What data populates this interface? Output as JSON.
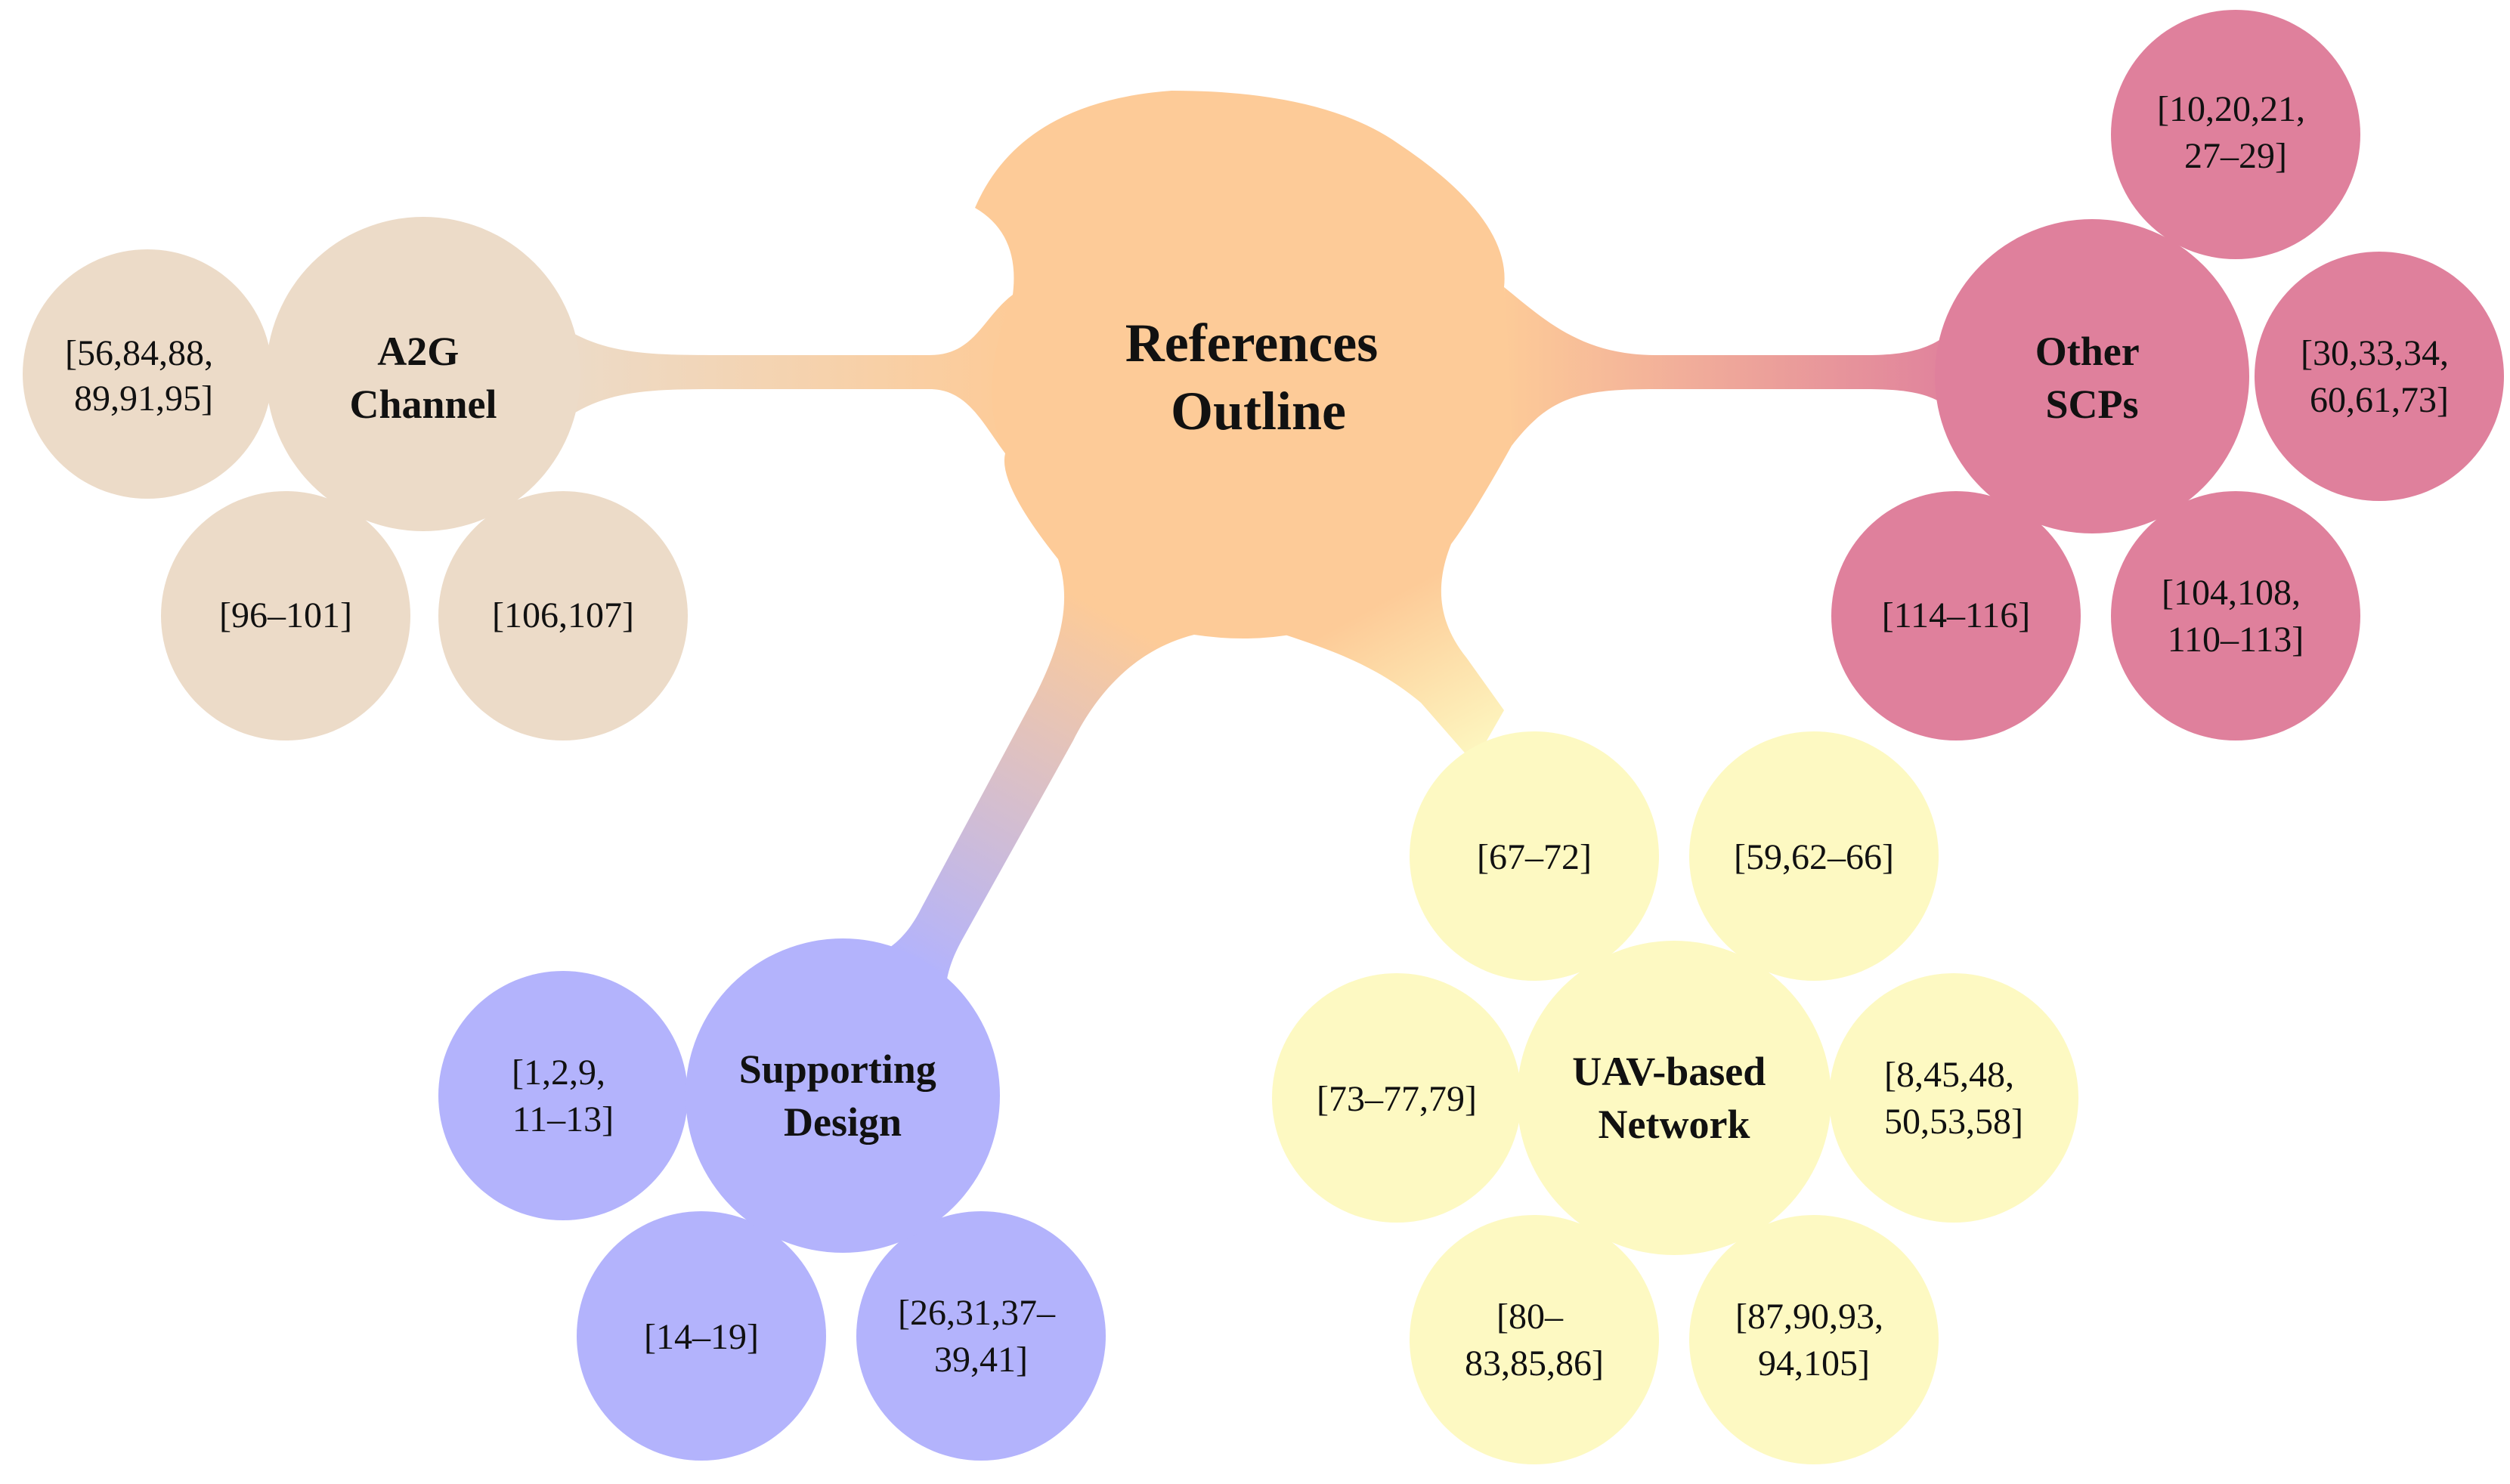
{
  "colors": {
    "center": "#fdcb98",
    "a2g": "#ecdbc8",
    "scp": "#df809c",
    "support": "#b3b3fc",
    "uav": "#fdf9c2"
  },
  "center": {
    "lines": [
      "References",
      "Outline"
    ]
  },
  "branches": [
    {
      "key": "a2g",
      "hub": [
        "A2G",
        "Channel"
      ],
      "leaves": [
        [
          "[56,84,88,",
          "89,91,95]"
        ],
        [
          "[96–101]"
        ],
        [
          "[106,107]"
        ]
      ]
    },
    {
      "key": "scp",
      "hub": [
        "Other",
        "SCPs"
      ],
      "leaves": [
        [
          "[10,20,21,",
          "27–29]"
        ],
        [
          "[30,33,34,",
          "60,61,73]"
        ],
        [
          "[104,108,",
          "110–113]"
        ],
        [
          "[114–116]"
        ]
      ]
    },
    {
      "key": "support",
      "hub": [
        "Supporting",
        "Design"
      ],
      "leaves": [
        [
          "[1,2,9,",
          "11–13]"
        ],
        [
          "[14–19]"
        ],
        [
          "[26,31,37–",
          "39,41]"
        ]
      ]
    },
    {
      "key": "uav",
      "hub": [
        "UAV-based",
        "Network"
      ],
      "leaves": [
        [
          "[67–72]"
        ],
        [
          "[59,62–66]"
        ],
        [
          "[73–77,79]"
        ],
        [
          "[8,45,48,",
          "50,53,58]"
        ],
        [
          "[80–",
          "83,85,86]"
        ],
        [
          "[87,90,93,",
          "94,105]"
        ]
      ]
    }
  ]
}
